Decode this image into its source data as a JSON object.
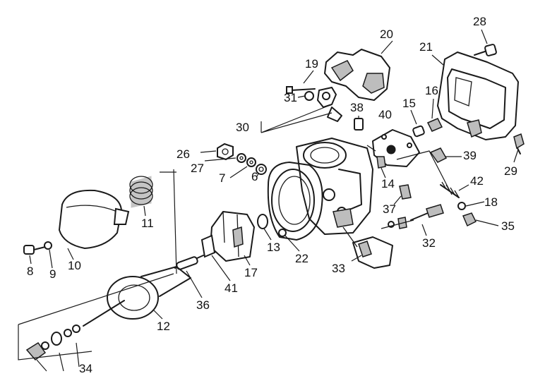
{
  "labels": {
    "p6": "6",
    "p7": "7",
    "p8": "8",
    "p9": "9",
    "p10": "10",
    "p11": "11",
    "p12": "12",
    "p13": "13",
    "p14": "14",
    "p15": "15",
    "p16": "16",
    "p17": "17",
    "p18": "18",
    "p19": "19",
    "p20": "20",
    "p21": "21",
    "p22": "22",
    "p26": "26",
    "p27": "27",
    "p28": "28",
    "p29": "29",
    "p30": "30",
    "p31": "31",
    "p32": "32",
    "p33": "33",
    "p34": "34",
    "p35": "35",
    "p36": "36",
    "p37": "37",
    "p38": "38",
    "p39": "39",
    "p40": "40",
    "p41": "41",
    "p42": "42"
  }
}
